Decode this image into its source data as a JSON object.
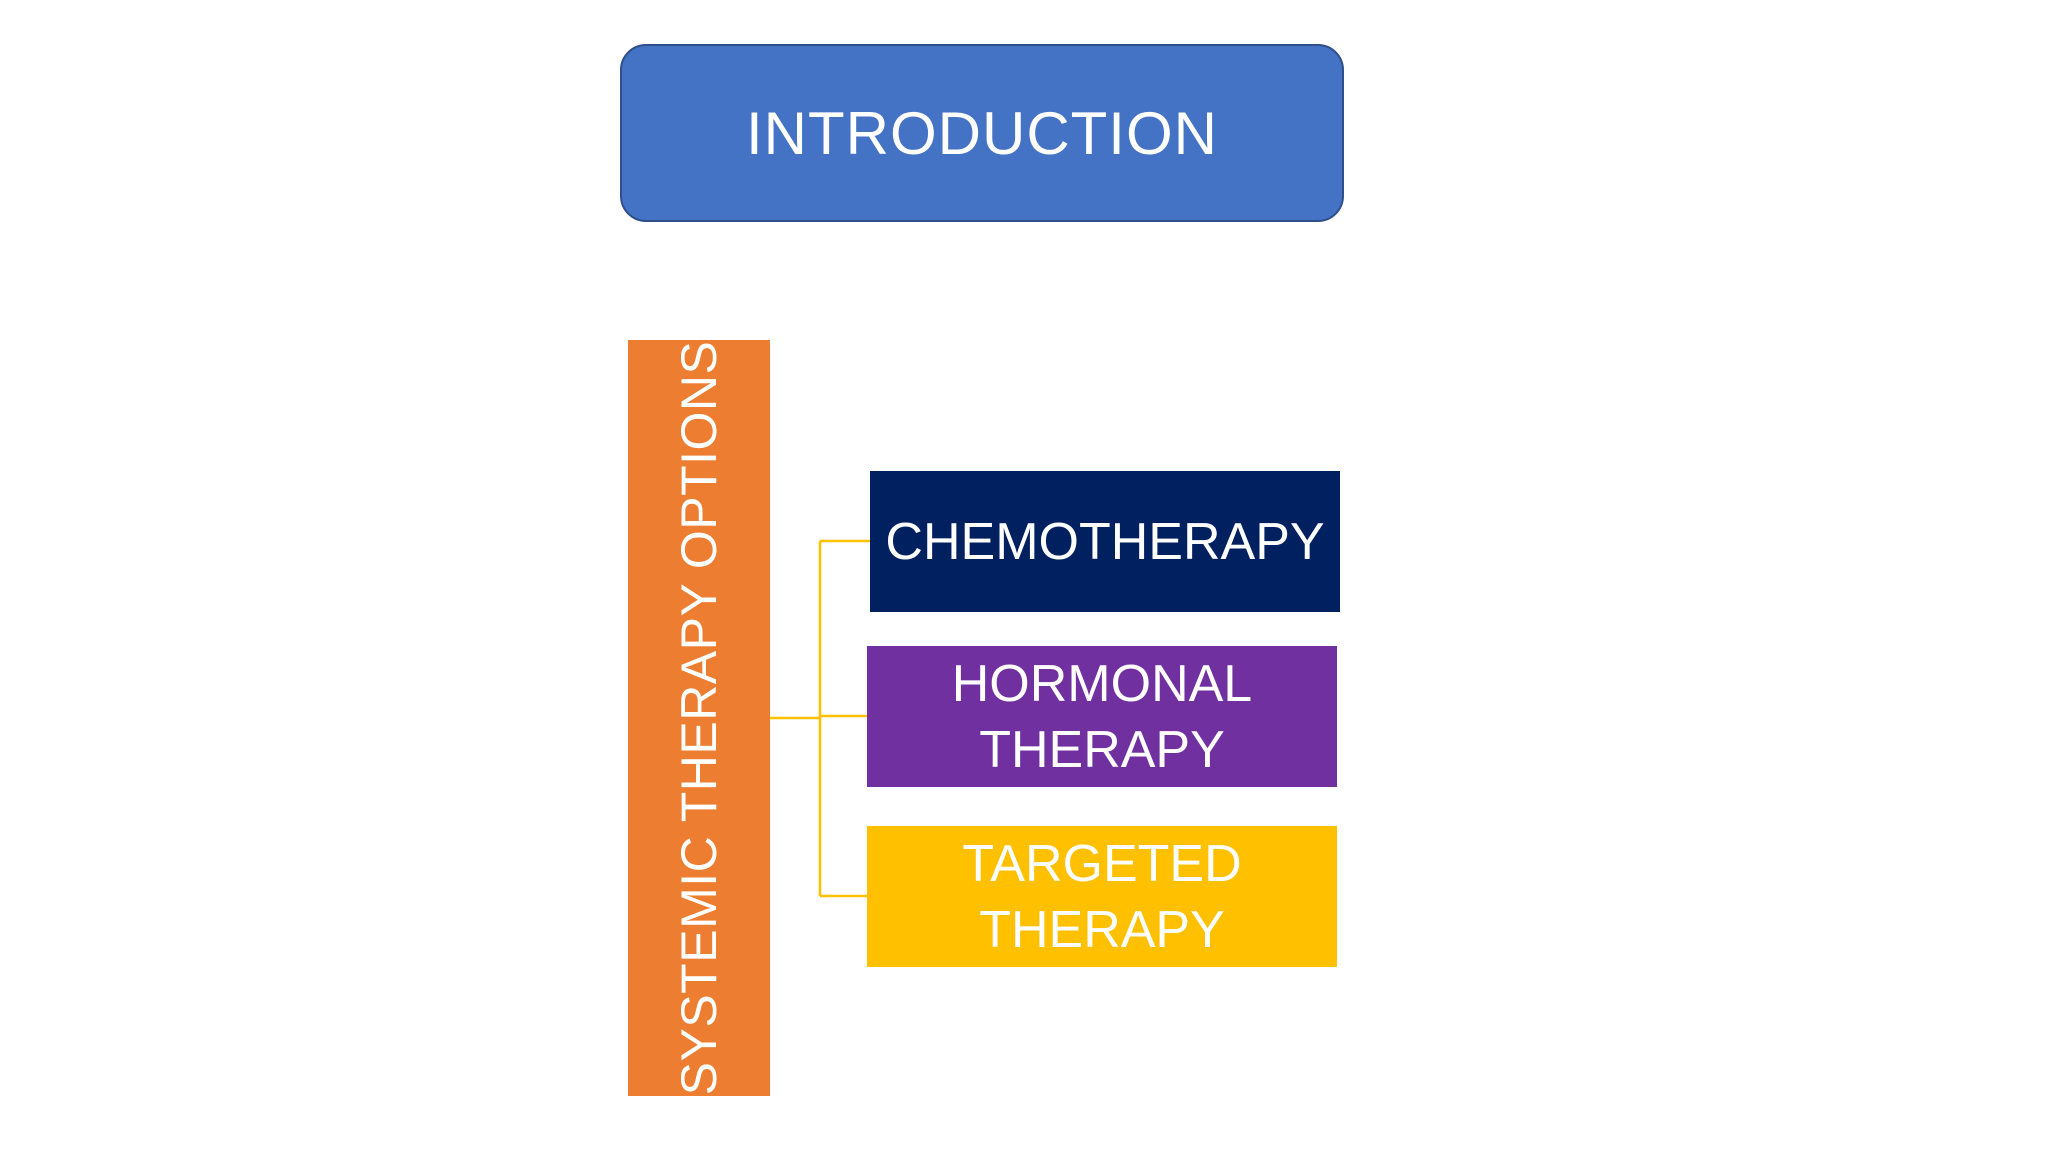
{
  "title": {
    "text": "INTRODUCTION",
    "fill": "#4472C4"
  },
  "root": {
    "text": "SYSTEMIC THERAPY OPTIONS",
    "fill": "#ED7D31"
  },
  "connector_color": "#FFC000",
  "children": [
    {
      "text": "CHEMOTHERAPY",
      "fill": "#002060"
    },
    {
      "text": "HORMONAL THERAPY",
      "fill": "#7030A0"
    },
    {
      "text": "TARGETED THERAPY",
      "fill": "#FFC000"
    }
  ]
}
